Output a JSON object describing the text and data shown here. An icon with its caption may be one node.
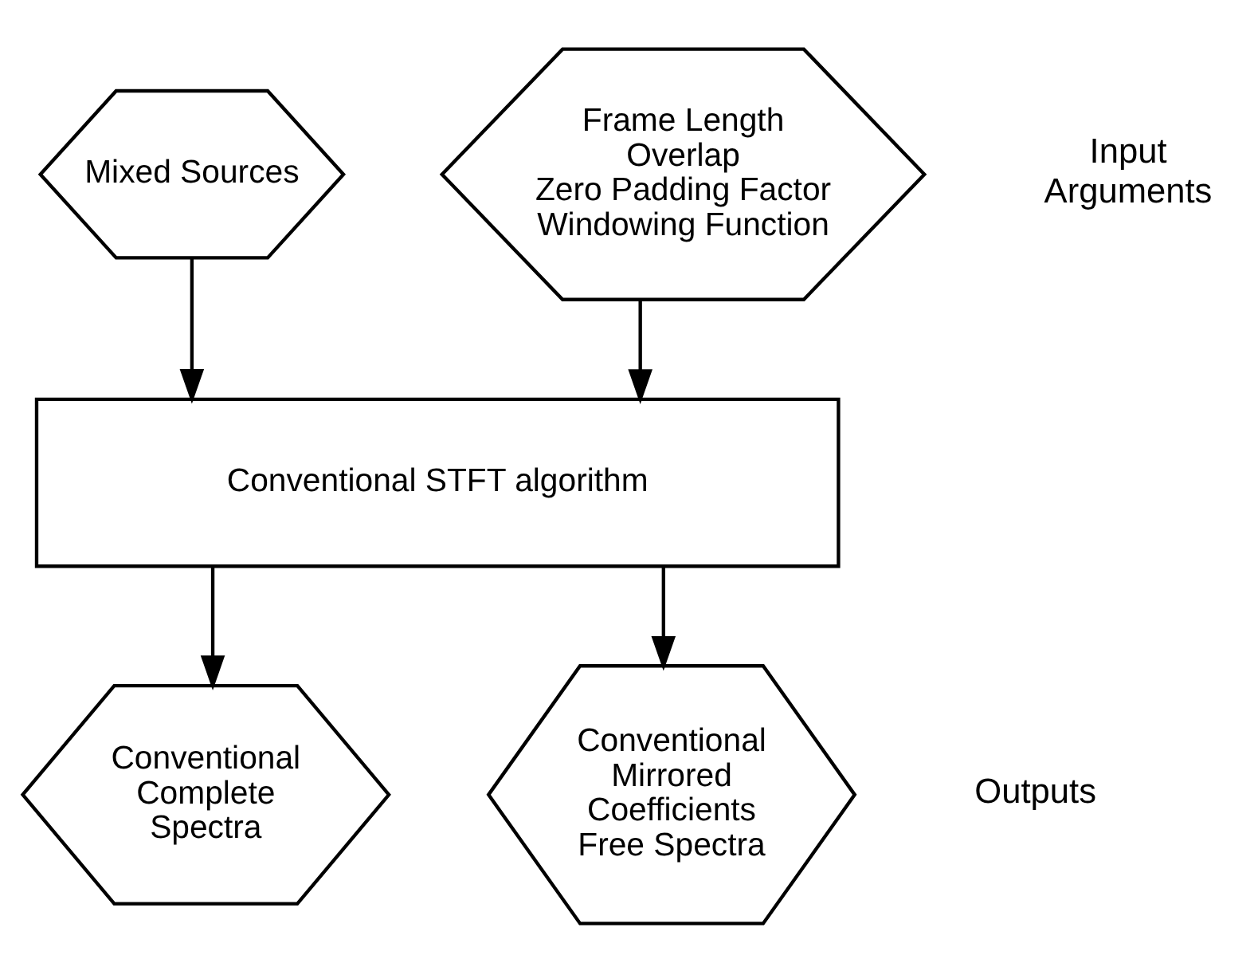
{
  "diagram": {
    "nodes": [
      {
        "text": [
          "Mixed Sources"
        ]
      },
      {
        "text": [
          "Frame Length",
          "Overlap",
          "Zero Padding Factor",
          "Windowing Function"
        ]
      },
      {
        "text": [
          "Conventional STFT algorithm"
        ]
      },
      {
        "text": [
          "Conventional Complete Spectra"
        ]
      },
      {
        "text": [
          "Conventional Mirrored Coefficients Free Spectra"
        ]
      }
    ],
    "edges": [
      {
        "from": 0,
        "to": 2,
        "arrow": "to"
      },
      {
        "from": 1,
        "to": 2,
        "arrow": "to"
      },
      {
        "from": 2,
        "to": 3,
        "arrow": "to"
      },
      {
        "from": 2,
        "to": 4,
        "arrow": "to"
      }
    ],
    "labels": [
      "Input Arguments",
      "Outputs"
    ]
  }
}
